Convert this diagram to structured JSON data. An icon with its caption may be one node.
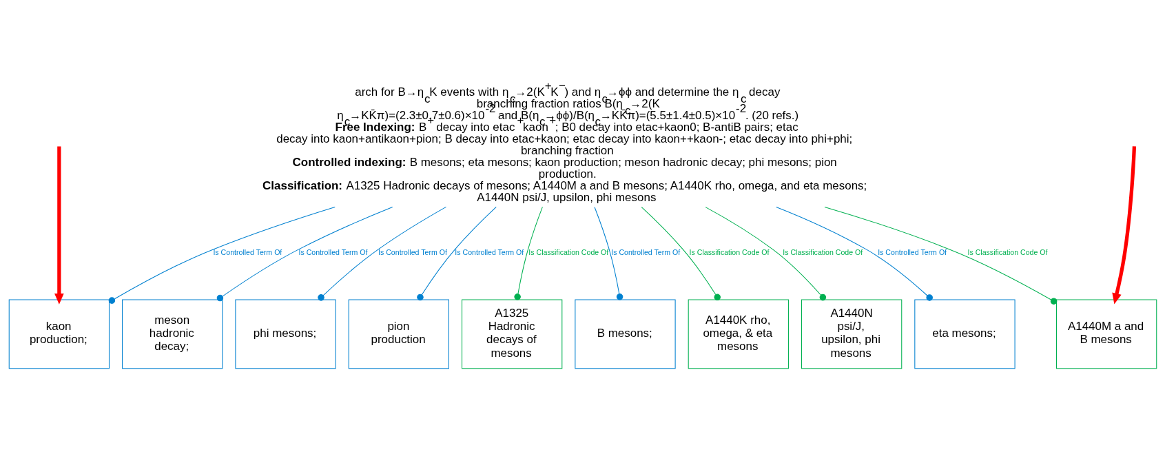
{
  "diagram": {
    "nodes": [
      {
        "text": [
          "arch for B→η$_{c}$K events with η$_{c}$→2(K$^{+}$K$^{−}$) and η$_{c}$→ϕϕ and determine the η$_{c}$ decay branching fraction ratios B(η$_{c}$→2(K",
          "η$_{c}$→KK̄π)=(2.3±0.7±0.6)×10$^{-2}$ and B(η$_{c}$→ϕϕ)/B(η$_{c}$→KK̄π)=(5.5±1.4±0.5)×10$^{-2}$. (20 refs.)",
          "**Free Indexing:** B$^{+}$ decay into etac$^{+}$kaon$^{+}$; B0 decay into etac+kaon0; B-antiB pairs; etac decay into kaon+antikaon+pion; B decay into etac+kaon; etac decay into kaon++kaon-; etac decay into phi+phi; branching fraction",
          "**Controlled indexing:** B mesons; eta mesons; kaon production; meson hadronic decay; phi mesons; pion production.",
          "**Classification:** A1325 Hadronic decays of mesons; A1440M a and B mesons; A1440K rho, omega, and eta mesons; A1440N psi/J, upsilon, phi mesons"
        ]
      },
      {
        "text": [
          "B mesons;"
        ]
      },
      {
        "text": [
          "eta mesons;"
        ]
      },
      {
        "text": [
          "kaon production;"
        ]
      },
      {
        "text": [
          "meson hadronic decay;"
        ]
      },
      {
        "text": [
          "phi mesons;"
        ]
      },
      {
        "text": [
          "pion production"
        ]
      },
      {
        "text": [
          "A1325 Hadronic decays of mesons"
        ]
      },
      {
        "text": [
          "A1440M a and B mesons"
        ]
      },
      {
        "text": [
          "A1440K rho, omega, & eta mesons"
        ]
      },
      {
        "text": [
          "A1440N psi/J, upsilon, phi mesons"
        ]
      }
    ],
    "edges": [
      {
        "from": 0,
        "to": 1,
        "arrow": "other",
        "label": "Is Controlled Term Of"
      },
      {
        "from": 0,
        "to": 2,
        "arrow": "other",
        "label": "Is Controlled Term Of"
      },
      {
        "from": 0,
        "to": 3,
        "arrow": "other",
        "label": "Is Controlled Term Of"
      },
      {
        "from": 0,
        "to": 4,
        "arrow": "other",
        "label": "Is Controlled Term Of"
      },
      {
        "from": 0,
        "to": 5,
        "arrow": "other",
        "label": "Is Controlled Term Of"
      },
      {
        "from": 0,
        "to": 6,
        "arrow": "other",
        "label": "Is Controlled Term Of"
      },
      {
        "from": 0,
        "to": 7,
        "arrow": "other",
        "label": "Is Classification Code Of",
        "color": "#00b050"
      },
      {
        "from": 0,
        "to": 8,
        "arrow": "other",
        "label": "Is Classification Code Of",
        "color": "#00b050"
      },
      {
        "from": 0,
        "to": 9,
        "arrow": "other",
        "label": "Is Classification Code Of",
        "color": "#00b050"
      },
      {
        "from": 0,
        "to": 10,
        "arrow": "other",
        "label": "Is Classification Code Of",
        "color": "#00b050"
      },
      {
        "from": null,
        "to": 3,
        "arrow": "to",
        "style": "thick",
        "color": "#ff0000"
      },
      {
        "from": null,
        "to": 8,
        "arrow": "to",
        "style": "thick",
        "color": "#ff0000"
      }
    ]
  }
}
